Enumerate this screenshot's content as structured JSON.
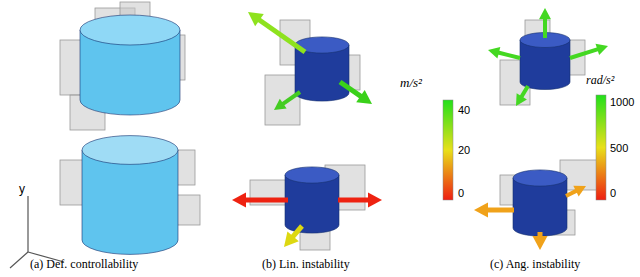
{
  "diagram": {
    "labels": [
      "m/s²",
      "40",
      "20",
      "0",
      "rad/s²",
      "1000",
      "500",
      "0",
      "y",
      "(a) Def. controllability",
      "(b) Lin. instability",
      "(c) Ang. instability"
    ]
  }
}
